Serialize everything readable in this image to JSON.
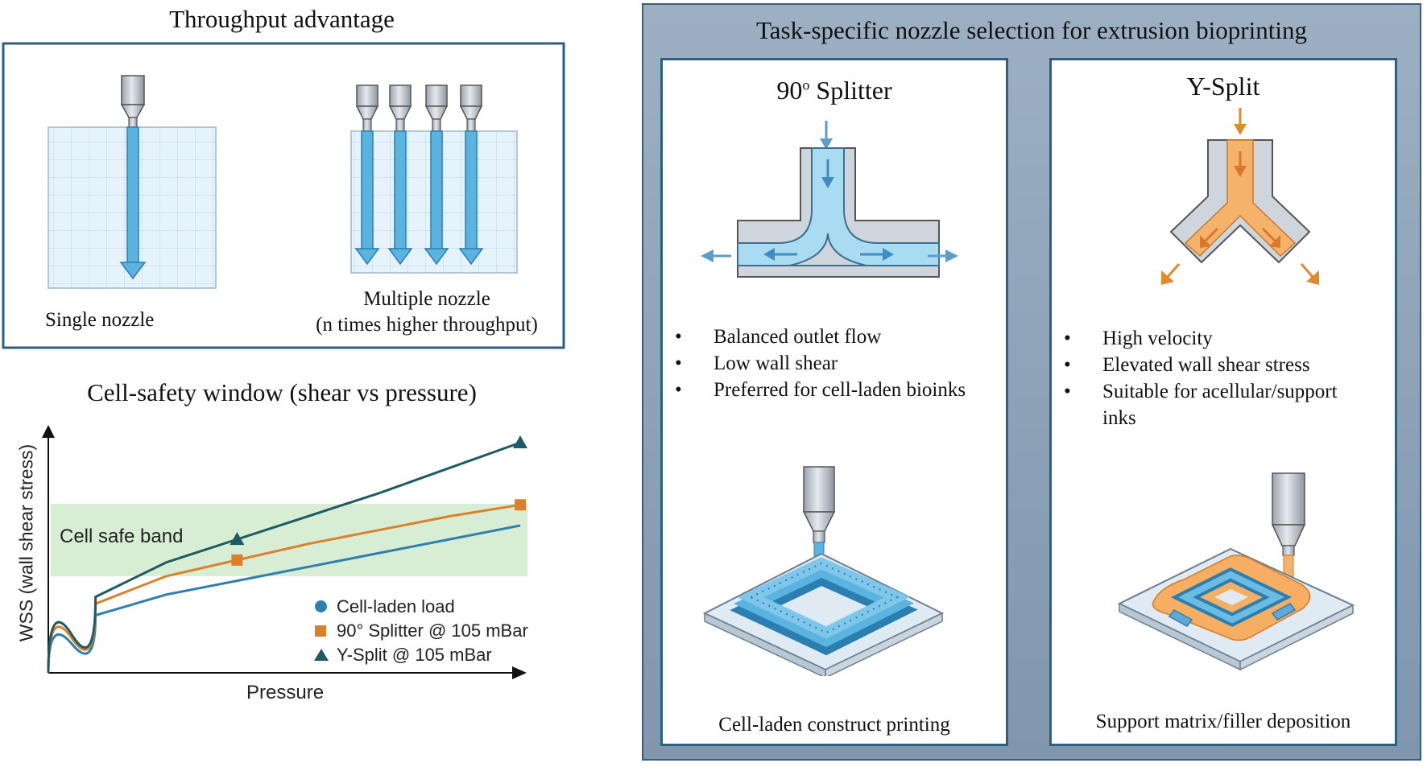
{
  "throughput": {
    "title": "Throughput advantage",
    "single_label": "Single nozzle",
    "multiple_label_line1": "Multiple nozzle",
    "multiple_label_line2": "(n times higher throughput)"
  },
  "safety_chart": {
    "title": "Cell-safety window (shear vs pressure)",
    "band_label": "Cell safe band",
    "ylabel": "WSS (wall shear stress)",
    "xlabel": "Pressure"
  },
  "chart_data": {
    "type": "line",
    "title": "Cell-safety window (shear vs pressure)",
    "xlabel": "Pressure",
    "ylabel": "WSS (wall shear stress)",
    "band": {
      "label": "Cell safe band",
      "color": "#d8eed4",
      "range": [
        0.41,
        0.78
      ]
    },
    "xlim": [
      0,
      1
    ],
    "ylim": [
      0,
      1
    ],
    "grid": false,
    "legend_position": "bottom-right",
    "series": [
      {
        "name": "Cell-laden load",
        "marker": "circle",
        "color": "#2f7fb0",
        "x": [
          0,
          0.1,
          0.25,
          0.4,
          0.55,
          0.7,
          0.85,
          1.0
        ],
        "y": [
          0,
          0.25,
          0.34,
          0.4,
          0.46,
          0.52,
          0.58,
          0.64
        ]
      },
      {
        "name": "90° Splitter @ 105 mBar",
        "marker": "square",
        "color": "#d9822b",
        "x": [
          0,
          0.1,
          0.25,
          0.4,
          0.55,
          0.7,
          0.85,
          1.0
        ],
        "y": [
          0,
          0.3,
          0.42,
          0.49,
          0.56,
          0.62,
          0.68,
          0.73
        ]
      },
      {
        "name": "Y-Split @ 105 mBar",
        "marker": "triangle",
        "color": "#1d5a63",
        "x": [
          0,
          0.1,
          0.25,
          0.4,
          0.55,
          0.7,
          0.85,
          1.0
        ],
        "y": [
          0,
          0.33,
          0.48,
          0.58,
          0.68,
          0.78,
          0.89,
          1.0
        ]
      }
    ]
  },
  "nozzle_panel": {
    "title": "Task-specific nozzle selection for extrusion bioprinting",
    "splitter": {
      "title": "90",
      "title_sup": "o",
      "title_rest": " Splitter",
      "bullets": [
        "Balanced outlet flow",
        "Low wall shear",
        "Preferred for cell-laden bioinks"
      ],
      "caption": "Cell-laden construct printing"
    },
    "ysplit": {
      "title": "Y-Split",
      "bullets": [
        "High velocity",
        "Elevated wall shear stress",
        "Suitable for acellular/support inks"
      ],
      "caption": "Support matrix/filler deposition"
    }
  },
  "colors": {
    "frame": "#2e5f80",
    "panel_bg": "#8fa3b8",
    "blue_flow": "#4aa6d6",
    "orange_flow": "#f0a04e",
    "nozzle_gray": "#c9cfd6"
  }
}
